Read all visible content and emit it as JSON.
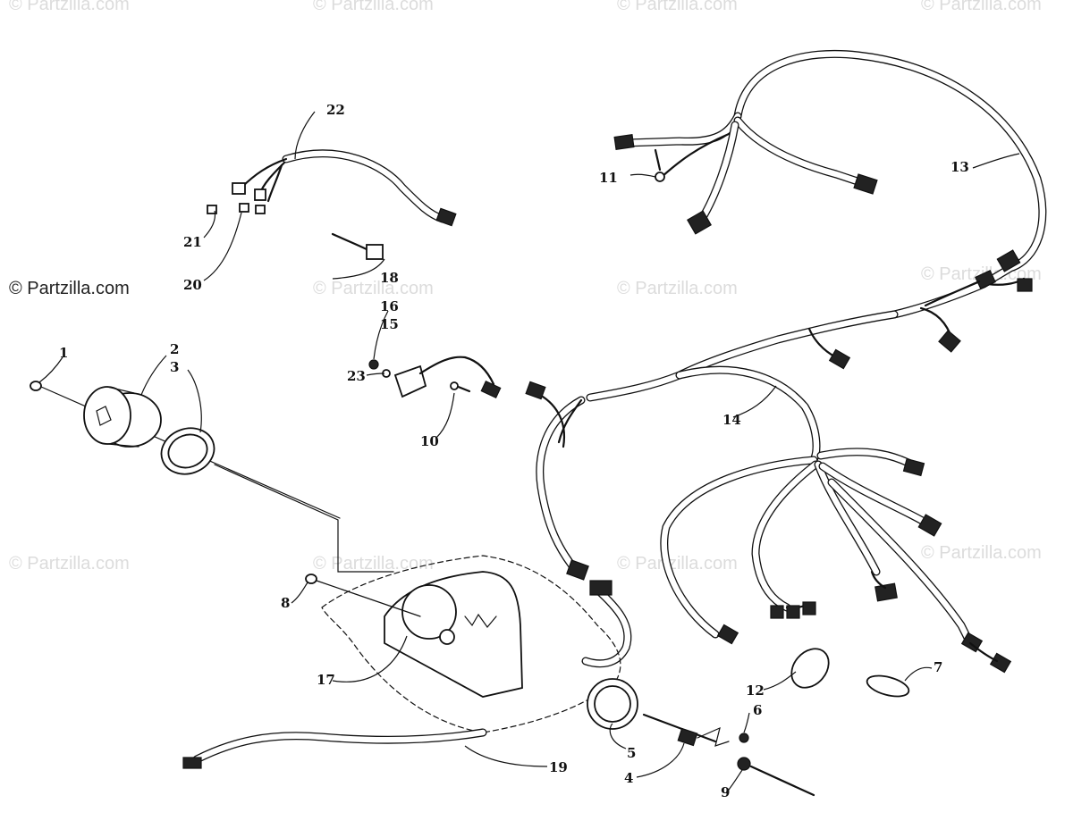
{
  "watermark_text": "© Partzilla.com",
  "callouts": [
    "1",
    "2",
    "3",
    "4",
    "5",
    "6",
    "7",
    "8",
    "9",
    "10",
    "11",
    "12",
    "13",
    "14",
    "15",
    "16",
    "17",
    "18",
    "19",
    "20",
    "21",
    "22",
    "23"
  ]
}
